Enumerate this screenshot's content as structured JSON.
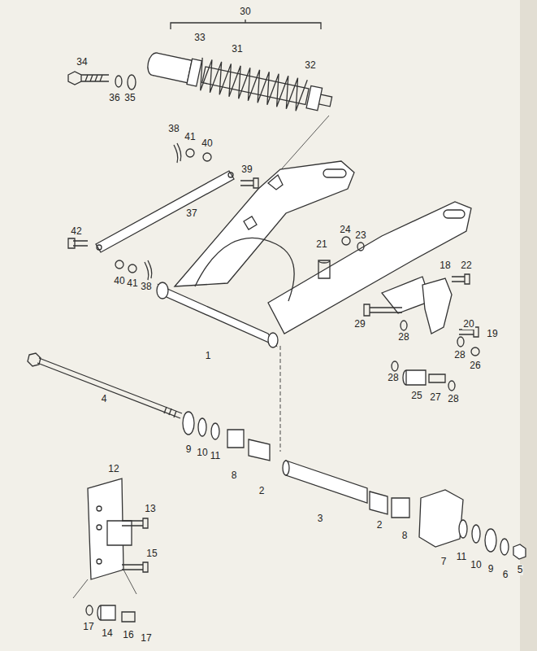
{
  "diagram": {
    "labels": [
      "30",
      "33",
      "31",
      "32",
      "34",
      "36",
      "35",
      "38",
      "41",
      "40",
      "39",
      "37",
      "42",
      "40",
      "41",
      "38",
      "21",
      "24",
      "23",
      "18",
      "22",
      "29",
      "28",
      "20",
      "19",
      "28",
      "26",
      "1",
      "28",
      "25",
      "27",
      "28",
      "4",
      "9",
      "10",
      "11",
      "8",
      "2",
      "3",
      "2",
      "8",
      "7",
      "11",
      "10",
      "9",
      "6",
      "5",
      "12",
      "13",
      "15",
      "17",
      "14",
      "16",
      "17"
    ]
  }
}
